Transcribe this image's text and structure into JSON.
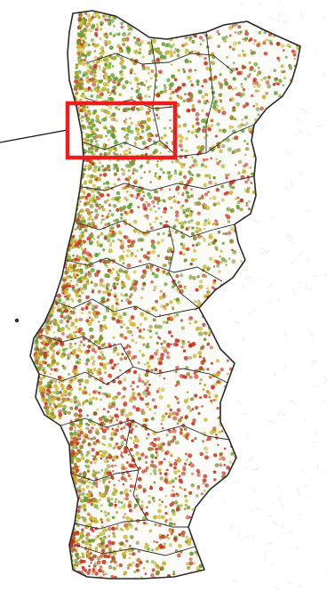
{
  "map": {
    "features": [
      "country-outline",
      "district-boundaries",
      "point-density-dots",
      "neighbor-terrain"
    ],
    "colors": {
      "background": "#ffffff",
      "land": "#fbfbf8",
      "outline": "#2b2b2b",
      "neighbor": "#e9e9e9",
      "dot_green": "#5f9d2d",
      "dot_yellow": "#c9b52a",
      "dot_red": "#c8321e",
      "dot_olive": "#8c8a2a",
      "highlight": "#ee1c1c",
      "leader_line": "#111111"
    }
  },
  "highlight_box": {
    "stroke_color": "#ee1c1c",
    "label": ""
  }
}
